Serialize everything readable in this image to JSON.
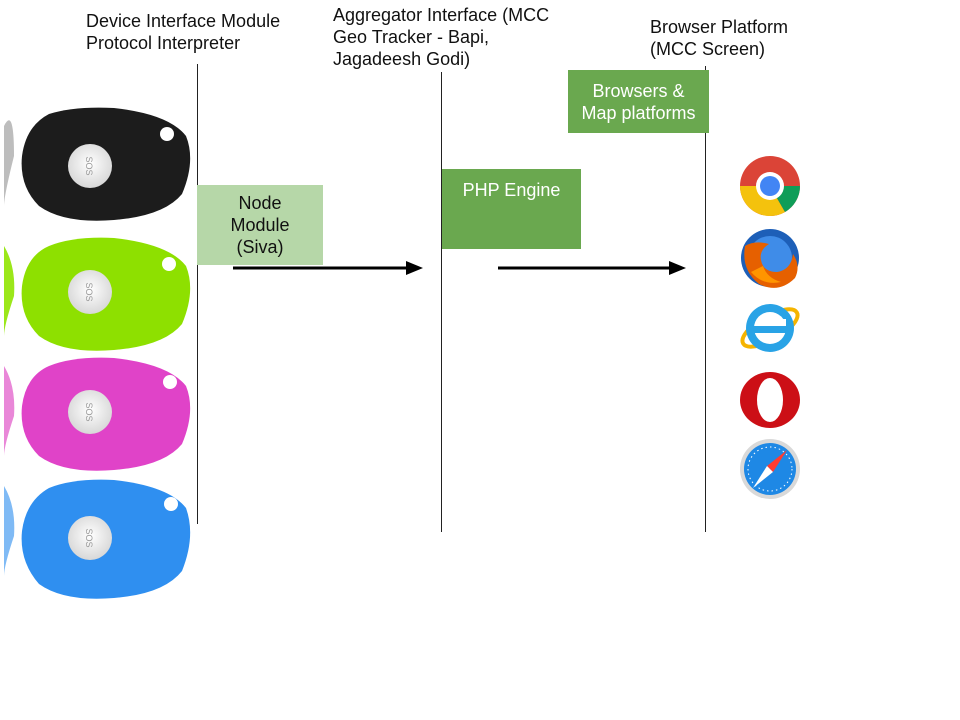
{
  "columns": {
    "device": {
      "lines": [
        "Device Interface Module",
        "Protocol Interpreter"
      ]
    },
    "aggregator": {
      "lines": [
        "Aggregator Interface (MCC",
        "Geo Tracker - Bapi,",
        "Jagadeesh Godi)"
      ]
    },
    "browser": {
      "lines": [
        "Browser Platform",
        "(MCC Screen)"
      ]
    }
  },
  "boxes": {
    "node_module": {
      "lines": [
        "Node",
        "Module",
        "(Siva)"
      ],
      "color": "#b6d7a8"
    },
    "php_engine": {
      "lines": [
        "PHP Engine"
      ],
      "color": "#6aa84f"
    },
    "browsers_map": {
      "lines": [
        "Browsers &",
        "Map platforms"
      ],
      "color": "#6aa84f"
    }
  },
  "devices": [
    {
      "color": "#1a1a1a",
      "label": "SOS"
    },
    {
      "color": "#8ee000",
      "label": "SOS"
    },
    {
      "color": "#e043c8",
      "label": "SOS"
    },
    {
      "color": "#2f8ff0",
      "label": "SOS"
    }
  ],
  "browser_icons": [
    "chrome-icon",
    "firefox-icon",
    "internet-explorer-icon",
    "opera-icon",
    "safari-icon"
  ]
}
